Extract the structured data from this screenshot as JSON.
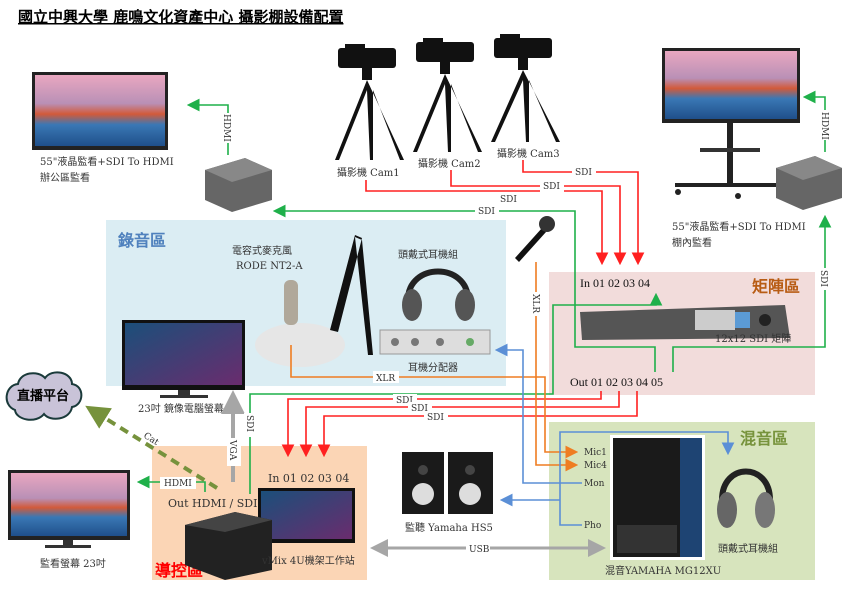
{
  "title": "國立中興大學 鹿鳴文化資產中心 攝影棚設備配置",
  "colors": {
    "sdi_red": "#ff2020",
    "sdi_green": "#1fb04a",
    "xlr_orange": "#ef7d22",
    "audio_blue": "#5b8fd6",
    "gray": "#a6a6a6",
    "cat_green": "#76923c"
  },
  "office_monitor": {
    "line1": "55\"液晶監看+SDI To HDMI",
    "line2": "辦公區監看",
    "cable": "HDMI"
  },
  "studio_monitor": {
    "line1": "55\"液晶監看+SDI To HDMI",
    "line2": "棚內監看",
    "cable_hdmi": "HDMI",
    "cable_sdi": "SDI"
  },
  "cameras": [
    {
      "label": "攝影機 Cam1"
    },
    {
      "label": "攝影機 Cam2"
    },
    {
      "label": "攝影機 Cam3"
    }
  ],
  "cables": {
    "sdi": "SDI",
    "xlr": "XLR",
    "usb": "USB",
    "vga": "VGA",
    "hdmi": "HDMI",
    "cat": "Cat"
  },
  "recording_zone": {
    "title": "錄音區",
    "mic_line1": "電容式麥克風",
    "mic_line2": "RODE NT2-A",
    "headphones": "頭戴式耳機組",
    "distributor": "耳機分配器",
    "monitor": "23吋 鏡像電腦螢幕"
  },
  "matrix_zone": {
    "title": "矩陣區",
    "in_label": "In 01  02  03  04",
    "out_label": "Out 01  02  03  04  05",
    "device": "12x12 SDI 矩陣"
  },
  "mixer_zone": {
    "title": "混音區",
    "ports": [
      "Mic1",
      "Mic4",
      "Mon",
      "Pho"
    ],
    "mixer": "混音YAMAHA MG12XU",
    "headphones": "頭戴式耳機組"
  },
  "control_zone": {
    "title": "導控區",
    "out_label": "Out HDMI / SDI",
    "in_label": "In 01  02  03  04",
    "workstation": "vMix 4U機架工作站"
  },
  "speakers": "監聽 Yamaha HS5",
  "live_platform": "直播平台",
  "bottom_monitor": "監看螢幕  23吋"
}
